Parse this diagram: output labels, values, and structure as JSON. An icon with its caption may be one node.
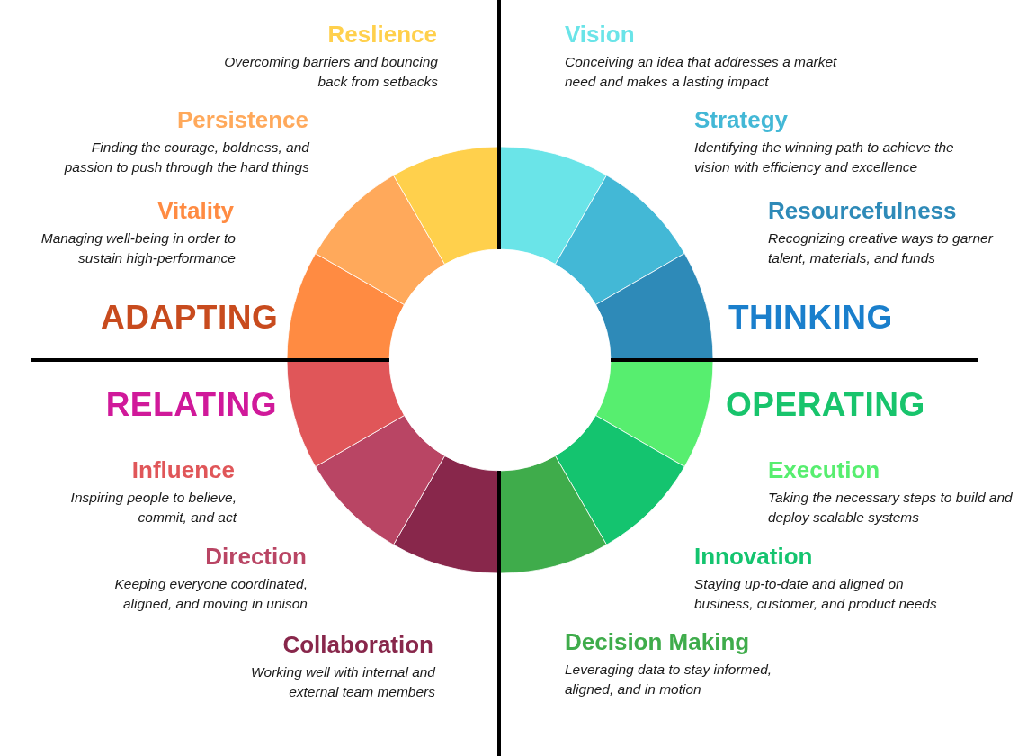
{
  "diagram": {
    "nodes": [
      {
        "text": [],
        "shape": "sector"
      },
      {
        "text": [],
        "shape": "sector"
      },
      {
        "text": [],
        "shape": "sector"
      },
      {
        "text": [],
        "shape": "sector"
      },
      {
        "text": [],
        "shape": "sector"
      },
      {
        "text": [],
        "shape": "sector"
      },
      {
        "text": [],
        "shape": "sector"
      },
      {
        "text": [],
        "shape": "sector"
      },
      {
        "text": [],
        "shape": "sector"
      },
      {
        "text": [],
        "shape": "sector"
      },
      {
        "text": [],
        "shape": "sector"
      },
      {
        "text": [],
        "shape": "sector"
      }
    ],
    "labels": [
      "Reslience",
      "Overcoming barriers and bouncing back from setbacks",
      "Vision",
      "Conceiving an idea that addresses a market need and makes a lasting impact",
      "Persistence",
      "Finding the courage, boldness, and passion to push through the hard things",
      "Strategy",
      "Identifying the winning path to achieve the vision with efficiency and excellence",
      "Vitality",
      "Managing well-being in order to sustain high-performance",
      "Resourcefulness",
      "Recognizing creative ways to garner talent, materials, and funds",
      "ADAPTING",
      "THINKING",
      "RELATING",
      "OPERATING",
      "Influence",
      "Inspiring people to believe, commit, and act",
      "Execution",
      "Taking the necessary steps to build and deploy scalable systems",
      "Direction",
      "Keeping everyone coordinated, aligned, and moving in unison",
      "Innovation",
      "Staying up-to-date and aligned on business, customer, and product needs",
      "Collaboration",
      "Working well with internal and external team members",
      "Decision Making",
      "Leveraging data to stay informed, aligned, and in motion"
    ]
  }
}
